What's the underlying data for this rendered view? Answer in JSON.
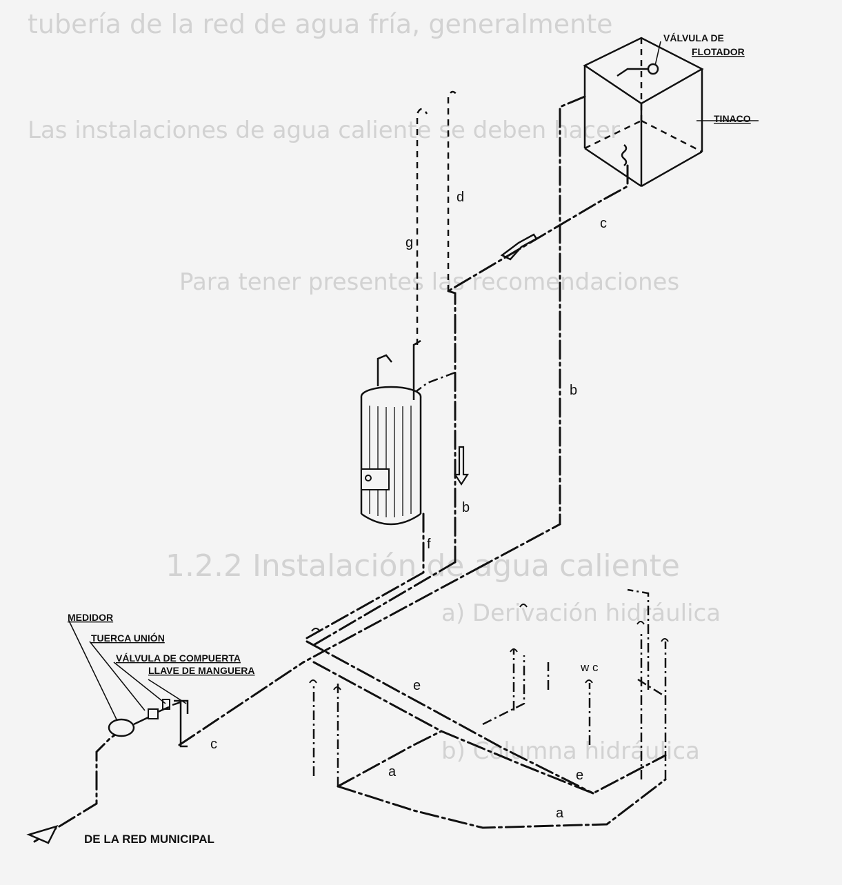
{
  "labels": {
    "valvula_flotador_1": "VÁLVULA DE",
    "valvula_flotador_2": "FLOTADOR",
    "tinaco": "TINACO",
    "medidor": "MEDIDOR",
    "tuerca_union": "TUERCA UNIÓN",
    "valvula_compuerta": "VÁLVULA DE COMPUERTA",
    "llave_manguera": "LLAVE DE MANGUERA",
    "red_municipal": "DE LA RED MUNICIPAL",
    "wc": "w c"
  },
  "pipe_letters": {
    "c_upper": "c",
    "d": "d",
    "g": "g",
    "b_right": "b",
    "b_mid": "b",
    "f": "f",
    "e_left": "e",
    "e_right": "e",
    "a_left": "a",
    "a_right": "a",
    "c_lower": "c"
  },
  "background_text": {
    "heading": "1.2.2 Instalación de agua caliente",
    "line1": "tubería de la red de agua fría, generalmente",
    "line2": "Las instalaciones de agua caliente se deben hacer",
    "line3": "Para tener presentes las recomendaciones",
    "line4": "a) Derivación hidráulica",
    "line5": "b) Columna hidráulica"
  }
}
